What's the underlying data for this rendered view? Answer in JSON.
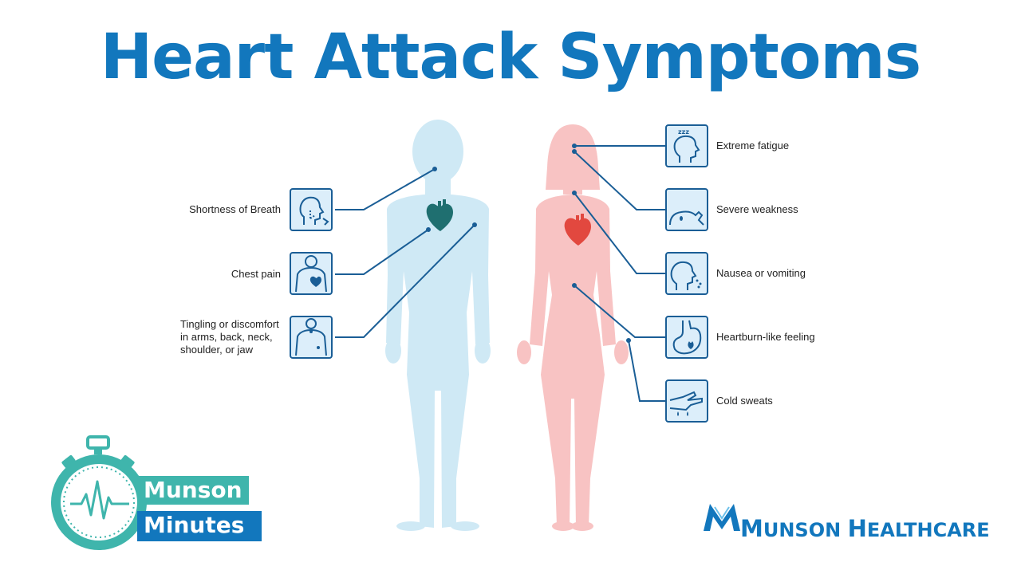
{
  "title": "Heart Attack Symptoms",
  "colors": {
    "accent": "#1277bd",
    "male_body": "#cfe9f5",
    "female_body": "#f8c3c3",
    "line": "#1a5e96",
    "icon_bg": "#dceefa",
    "teal": "#3fb5ac"
  },
  "male_symptoms": [
    {
      "label": "Shortness of Breath",
      "icon": "breath-icon"
    },
    {
      "label": "Chest pain",
      "icon": "chest-pain-icon"
    },
    {
      "label_lines": [
        "Tingling or discomfort",
        "in arms, back, neck,",
        "shoulder, or jaw"
      ],
      "icon": "torso-tingling-icon"
    }
  ],
  "female_symptoms": [
    {
      "label": "Extreme fatigue",
      "icon": "sleepy-head-icon"
    },
    {
      "label": "Severe weakness",
      "icon": "lying-head-icon"
    },
    {
      "label": "Nausea or vomiting",
      "icon": "nausea-head-icon"
    },
    {
      "label": "Heartburn-like feeling",
      "icon": "stomach-fire-icon"
    },
    {
      "label": "Cold sweats",
      "icon": "sweating-hand-icon"
    }
  ],
  "logo_left": {
    "line1": "Munson",
    "line2": "Minutes"
  },
  "logo_right": {
    "cap1": "M",
    "rest1": "UNSON ",
    "cap2": "H",
    "rest2": "EALTHCARE"
  }
}
